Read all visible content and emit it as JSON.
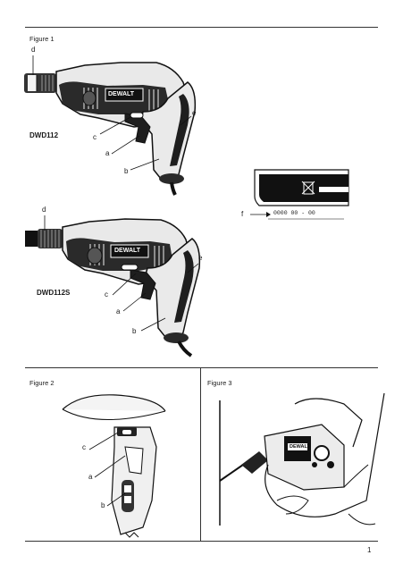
{
  "figure1": {
    "title": "Figure 1",
    "model_a": "DWD112",
    "model_b": "DWD112S",
    "brand": "DEWALT",
    "callouts_a": {
      "d": "d",
      "e": "e",
      "c": "c",
      "a": "a",
      "b": "b"
    },
    "callouts_b": {
      "d": "d",
      "e": "e",
      "c": "c",
      "a": "a",
      "b": "b"
    },
    "date_code_label": "f",
    "date_code": "0000 00 - 00"
  },
  "figure2": {
    "title": "Figure 2",
    "callouts": {
      "c": "c",
      "a": "a",
      "b": "b"
    }
  },
  "figure3": {
    "title": "Figure 3",
    "brand": "DEWALT"
  },
  "page_number": "1"
}
